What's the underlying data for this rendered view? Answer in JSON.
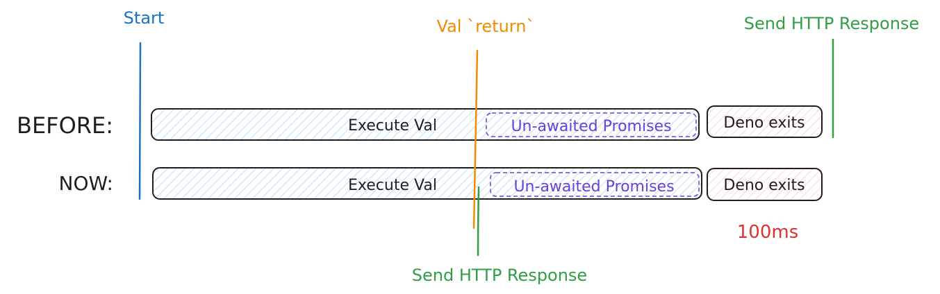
{
  "colors": {
    "blue": "#1971c2",
    "orange": "#f08c00",
    "green": "#2f9e44",
    "red": "#e03131",
    "purple": "#6741d9",
    "ink": "#1e1e1e",
    "hatch_blue": "#a5d8ff",
    "hatch_red": "#ffc9c9"
  },
  "markers": {
    "start": "Start",
    "val_return": "Val `return`",
    "send_response_before": "Send HTTP Response",
    "send_response_now": "Send HTTP Response"
  },
  "rows": [
    {
      "label": "BEFORE:",
      "execute": "Execute Val",
      "promises": "Un-awaited Promises",
      "exit": "Deno exits"
    },
    {
      "label": "NOW:",
      "execute": "Execute Val",
      "promises": "Un-awaited Promises",
      "exit": "Deno exits"
    }
  ],
  "timeout_label": "100ms"
}
